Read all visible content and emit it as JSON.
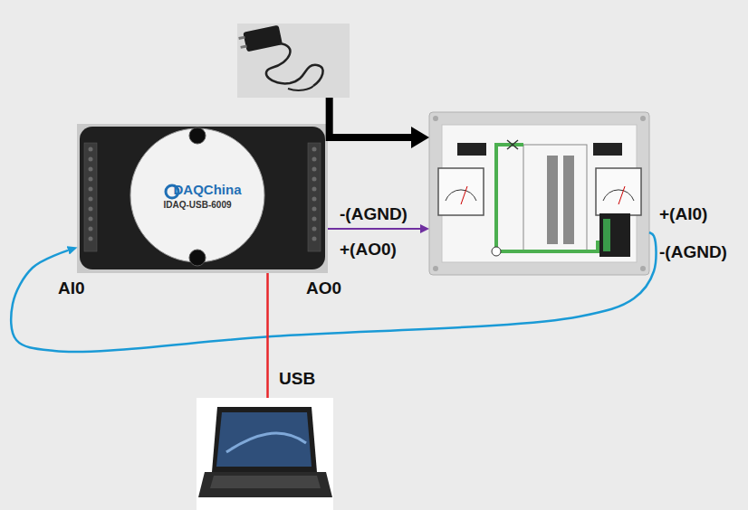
{
  "diagram": {
    "nodes": [
      {
        "text": []
      },
      {
        "text": [
          "DAQChina",
          "IDAQ-USB-6009"
        ]
      },
      {
        "text": []
      },
      {
        "text": []
      }
    ],
    "edges": [
      {
        "from": 0,
        "to": 2,
        "arrow": "to"
      },
      {
        "from": 1,
        "to": 2,
        "arrow": "to"
      },
      {
        "from": 2,
        "to": 1,
        "arrow": "to"
      },
      {
        "from": 3,
        "to": 1,
        "arrow": "none",
        "label": "USB"
      }
    ],
    "labels": [
      "-(AGND)",
      "+(AO0)",
      "+(AI0)",
      "-(AGND)",
      "AI0",
      "AO0"
    ]
  }
}
